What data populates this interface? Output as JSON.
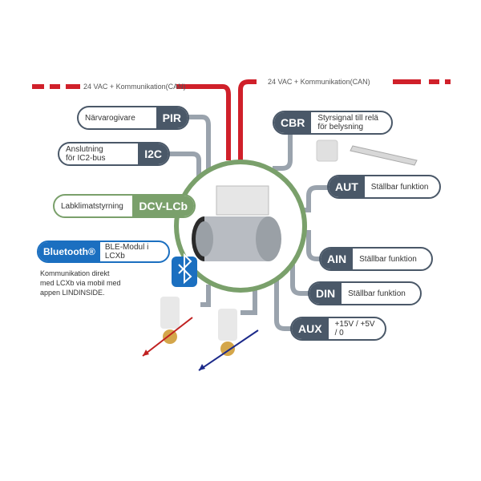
{
  "power_left": "24 VAC + Kommunikation(CAN)",
  "power_right": "24 VAC + Kommunikation(CAN)",
  "left_items": [
    {
      "code": "PIR",
      "text": "Närvarogivare"
    },
    {
      "code": "I2C",
      "text": "Anslutning\nför IC2-bus"
    },
    {
      "code": "DCV-LCb",
      "text": "Labklimatstyrning"
    }
  ],
  "bluetooth": {
    "code": "Bluetooth®",
    "text": "BLE-Modul i LCXb",
    "description": "Kommunikation direkt\nmed LCXb via mobil med\nappen LINDINSIDE."
  },
  "right_items": [
    {
      "code": "CBR",
      "text": "Styrsignal till relä\nför belysning"
    },
    {
      "code": "AUT",
      "text": "Ställbar funktion"
    },
    {
      "code": "AIN",
      "text": "Ställbar funktion"
    },
    {
      "code": "DIN",
      "text": "Ställbar funktion"
    },
    {
      "code": "AUX",
      "text": "+15V / +5V / 0"
    }
  ],
  "colors": {
    "red": "#d0202a",
    "gray": "#9aa3ad",
    "dark": "#4a5868",
    "green": "#7aa06b",
    "blue": "#1b6fc0"
  }
}
